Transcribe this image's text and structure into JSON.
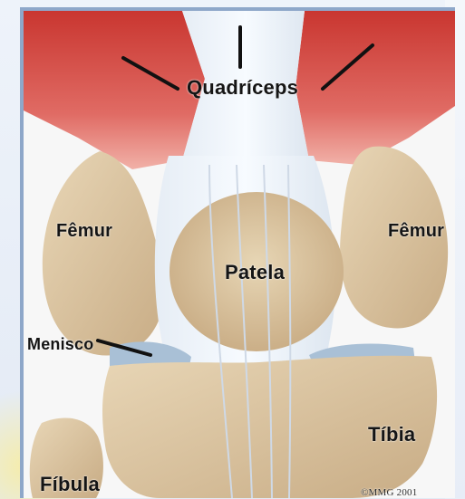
{
  "labels": {
    "quadriceps": "Quadríceps",
    "femur_left": "Fêmur",
    "femur_right": "Fêmur",
    "patela": "Patela",
    "menisco": "Menisco",
    "tibia": "Tíbia",
    "fibula": "Fíbula",
    "copyright": "©MMG 2001"
  },
  "colors": {
    "muscle_red": "#c93630",
    "bone_tan": "#d8c4a2",
    "tendon_blue": "#dfe7f1",
    "pointer_line": "#111111"
  }
}
